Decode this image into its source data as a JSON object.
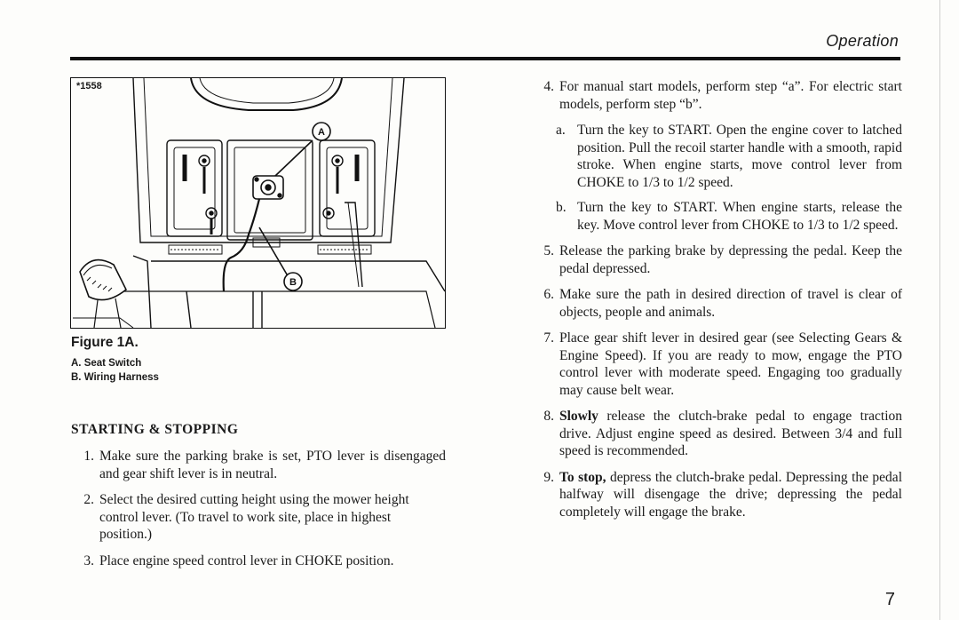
{
  "header": {
    "title": "Operation"
  },
  "figure": {
    "id": "*1558",
    "callout_a": "A",
    "callout_b": "B",
    "caption": "Figure 1A.",
    "legend": [
      "A. Seat Switch",
      "B. Wiring Harness"
    ]
  },
  "section": {
    "heading": "STARTING & STOPPING"
  },
  "left_steps": [
    {
      "num": "1.",
      "text": "Make sure the parking brake is set, PTO lever is disengaged and gear shift lever is in neutral."
    },
    {
      "num": "2.",
      "text": "Select the desired cutting height using the mower height control lever. (To travel to work site, place in highest position.)"
    },
    {
      "num": "3.",
      "text": "Place engine speed control lever in CHOKE position."
    }
  ],
  "step4": {
    "num": "4.",
    "text": "For manual start models, perform step “a”. For electric start models, perform step “b”.",
    "a_letter": "a.",
    "a_text": "Turn the key to START. Open the engine cover to latched position. Pull the recoil starter handle with a smooth, rapid stroke. When engine starts, move control lever from CHOKE to 1/3 to 1/2 speed.",
    "b_letter": "b.",
    "b_text": "Turn the key to START. When engine starts, release the key. Move control lever from CHOKE to 1/3 to 1/2 speed."
  },
  "right_steps": [
    {
      "num": "5.",
      "text": "Release the parking brake by depressing the pedal. Keep the pedal depressed."
    },
    {
      "num": "6.",
      "text": "Make sure the path in desired direction of travel is clear of objects, people and animals."
    },
    {
      "num": "7.",
      "text": "Place gear shift lever in desired gear (see Selecting Gears & Engine Speed). If you are ready to mow, engage the PTO control lever with moderate speed. Engaging too gradually may cause belt wear."
    }
  ],
  "step8": {
    "num": "8.",
    "bold": "Slowly",
    "text": " release the clutch-brake pedal to engage traction drive. Adjust engine speed as desired. Between 3/4 and full speed is recommended."
  },
  "step9": {
    "num": "9.",
    "bold": "To stop,",
    "text": " depress the clutch-brake pedal. Depressing the pedal halfway will disengage the drive; depressing the pedal completely will engage the brake."
  },
  "page_number": "7"
}
